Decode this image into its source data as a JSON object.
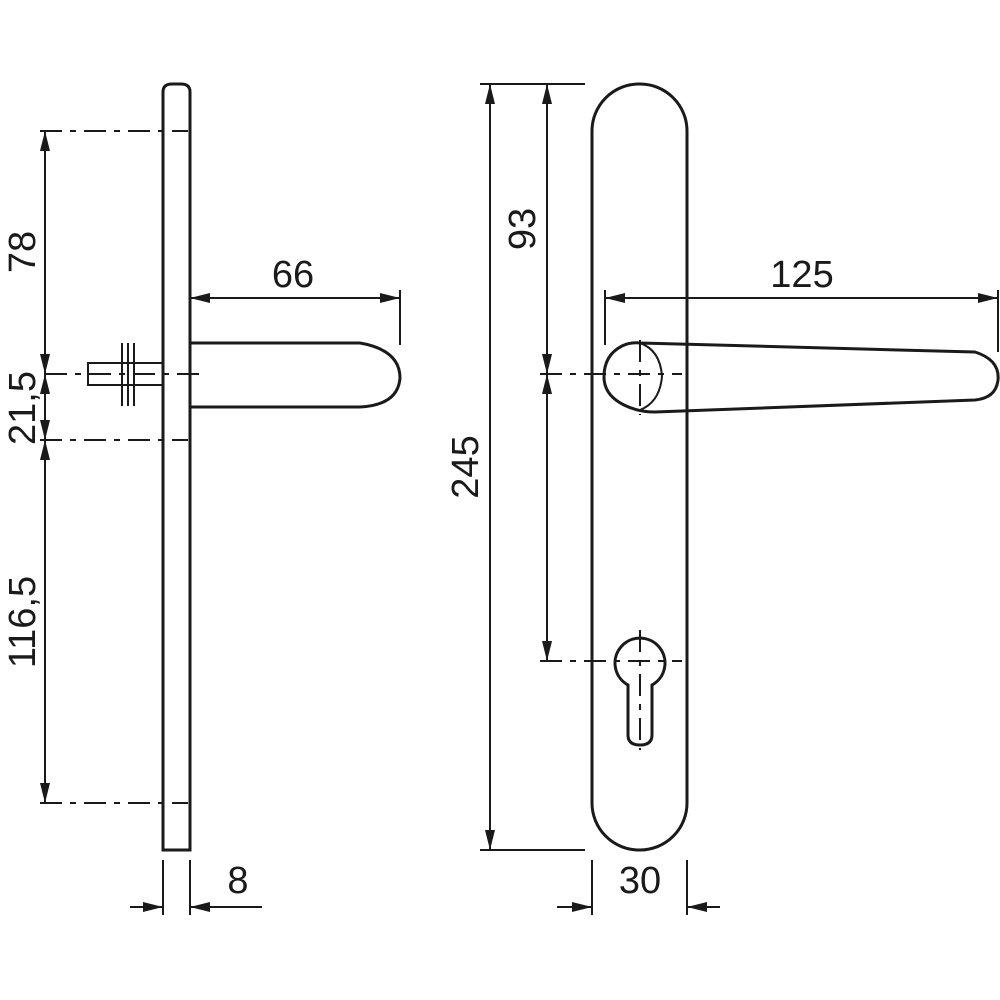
{
  "dimensions": {
    "side_top": "78",
    "side_spindle": "21,5",
    "side_bottom": "116,5",
    "side_projection": "66",
    "side_thickness": "8",
    "front_height": "245",
    "front_top_to_handle": "93",
    "front_projection": "125",
    "front_width": "30"
  },
  "colors": {
    "line": "#1a1a1a",
    "background": "#ffffff"
  }
}
